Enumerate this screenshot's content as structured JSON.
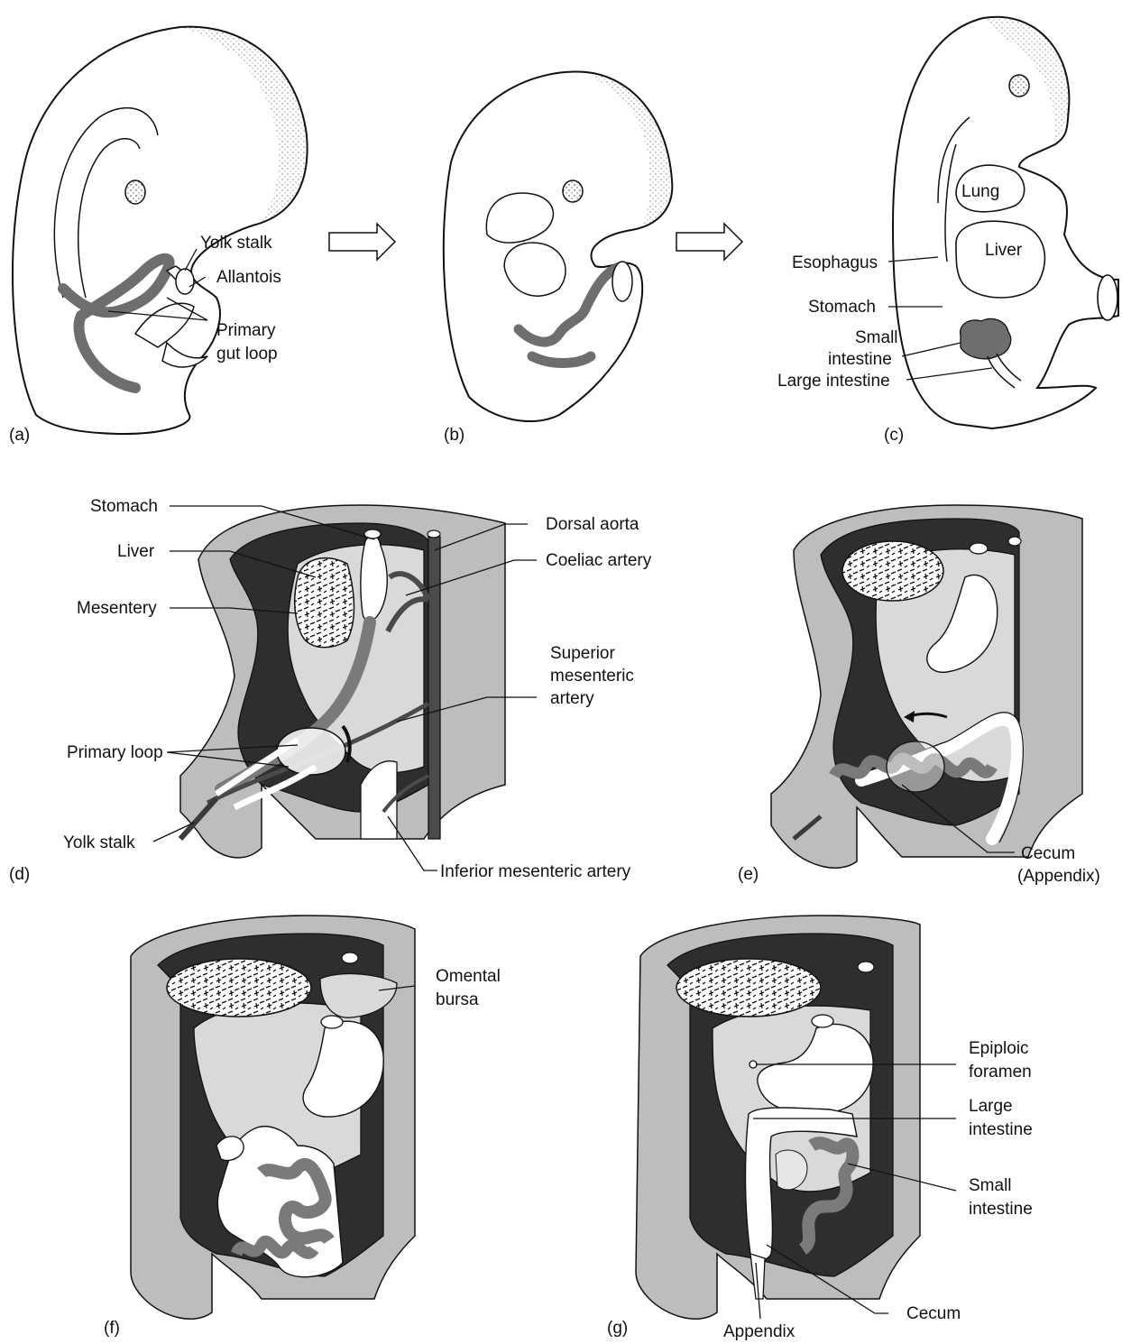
{
  "panels": {
    "a": {
      "tag": "(a)",
      "labels": {
        "yolk_stalk": "Yolk stalk",
        "allantois": "Allantois",
        "primary_gut_loop_1": "Primary",
        "primary_gut_loop_2": "gut loop"
      }
    },
    "b": {
      "tag": "(b)"
    },
    "c": {
      "tag": "(c)",
      "labels": {
        "lung": "Lung",
        "liver": "Liver",
        "esophagus": "Esophagus",
        "stomach": "Stomach",
        "small_intestine_1": "Small",
        "small_intestine_2": "intestine",
        "large_intestine": "Large intestine"
      }
    },
    "d": {
      "tag": "(d)",
      "labels": {
        "stomach": "Stomach",
        "liver": "Liver",
        "mesentery": "Mesentery",
        "dorsal_aorta": "Dorsal aorta",
        "coeliac_artery": "Coeliac artery",
        "superior_mesenteric_1": "Superior",
        "superior_mesenteric_2": "mesenteric",
        "superior_mesenteric_3": "artery",
        "primary_loop": "Primary loop",
        "yolk_stalk": "Yolk stalk",
        "inferior_mesenteric": "Inferior mesenteric artery"
      }
    },
    "e": {
      "tag": "(e)",
      "labels": {
        "cecum": "Cecum",
        "appendix": "(Appendix)"
      }
    },
    "f": {
      "tag": "(f)",
      "labels": {
        "omental_1": "Omental",
        "omental_2": "bursa"
      }
    },
    "g": {
      "tag": "(g)",
      "labels": {
        "epiploic_1": "Epiploic",
        "epiploic_2": "foramen",
        "large_1": "Large",
        "large_2": "intestine",
        "small_1": "Small",
        "small_2": "intestine",
        "cecum": "Cecum",
        "appendix": "Appendix"
      }
    }
  },
  "colors": {
    "gut_dark": "#4a4a4a",
    "gut_mid": "#7a7a7a",
    "tissue_light": "#d9d9d9",
    "wall": "#bdbdbd",
    "cavity_dark": "#2e2e2e"
  }
}
